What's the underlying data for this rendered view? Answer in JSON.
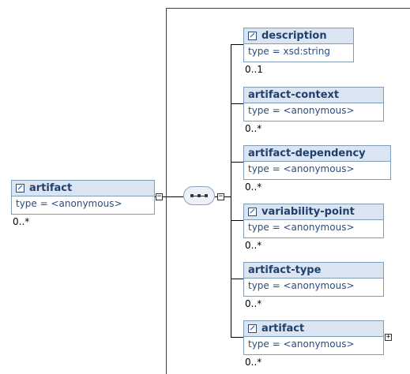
{
  "root": {
    "name": "artifact",
    "type": "type = <anonymous>",
    "cardinality": "0..*",
    "collapse_glyph": "−"
  },
  "compositor": {
    "kind": "sequence",
    "collapse_glyph": "−"
  },
  "children": [
    {
      "name": "description",
      "type": "type = xsd:string",
      "cardinality": "0..1",
      "is_ref": true
    },
    {
      "name": "artifact-context",
      "type": "type = <anonymous>",
      "cardinality": "0..*",
      "is_ref": false
    },
    {
      "name": "artifact-dependency",
      "type": "type = <anonymous>",
      "cardinality": "0..*",
      "is_ref": false
    },
    {
      "name": "variability-point",
      "type": "type = <anonymous>",
      "cardinality": "0..*",
      "is_ref": true
    },
    {
      "name": "artifact-type",
      "type": "type = <anonymous>",
      "cardinality": "0..*",
      "is_ref": false
    },
    {
      "name": "artifact",
      "type": "type = <anonymous>",
      "cardinality": "0..*",
      "is_ref": true,
      "expand_glyph": "+"
    }
  ],
  "colors": {
    "header_bg": "#dbe5f1",
    "border": "#7f9db9",
    "text": "#1f3f6f"
  }
}
